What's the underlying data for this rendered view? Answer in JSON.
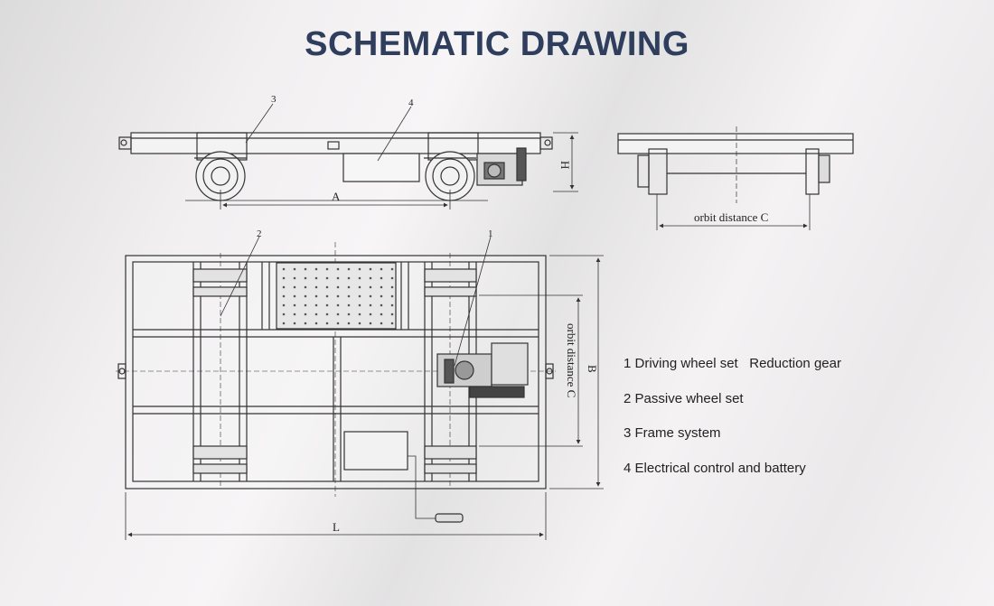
{
  "title": "SCHEMATIC DRAWING",
  "labels": {
    "callout_1": "1",
    "callout_2": "2",
    "callout_3": "3",
    "callout_4": "4",
    "dim_A": "A",
    "dim_H": "H",
    "dim_L": "L",
    "dim_B": "B",
    "orbit_side": "orbit distance C",
    "orbit_plan": "orbit distance C"
  },
  "legend": [
    {
      "num": "1",
      "text": "Driving wheel set   Reduction gear"
    },
    {
      "num": "2",
      "text": "Passive wheel set"
    },
    {
      "num": "3",
      "text": "Frame system"
    },
    {
      "num": "4",
      "text": "Electrical control and battery"
    }
  ]
}
